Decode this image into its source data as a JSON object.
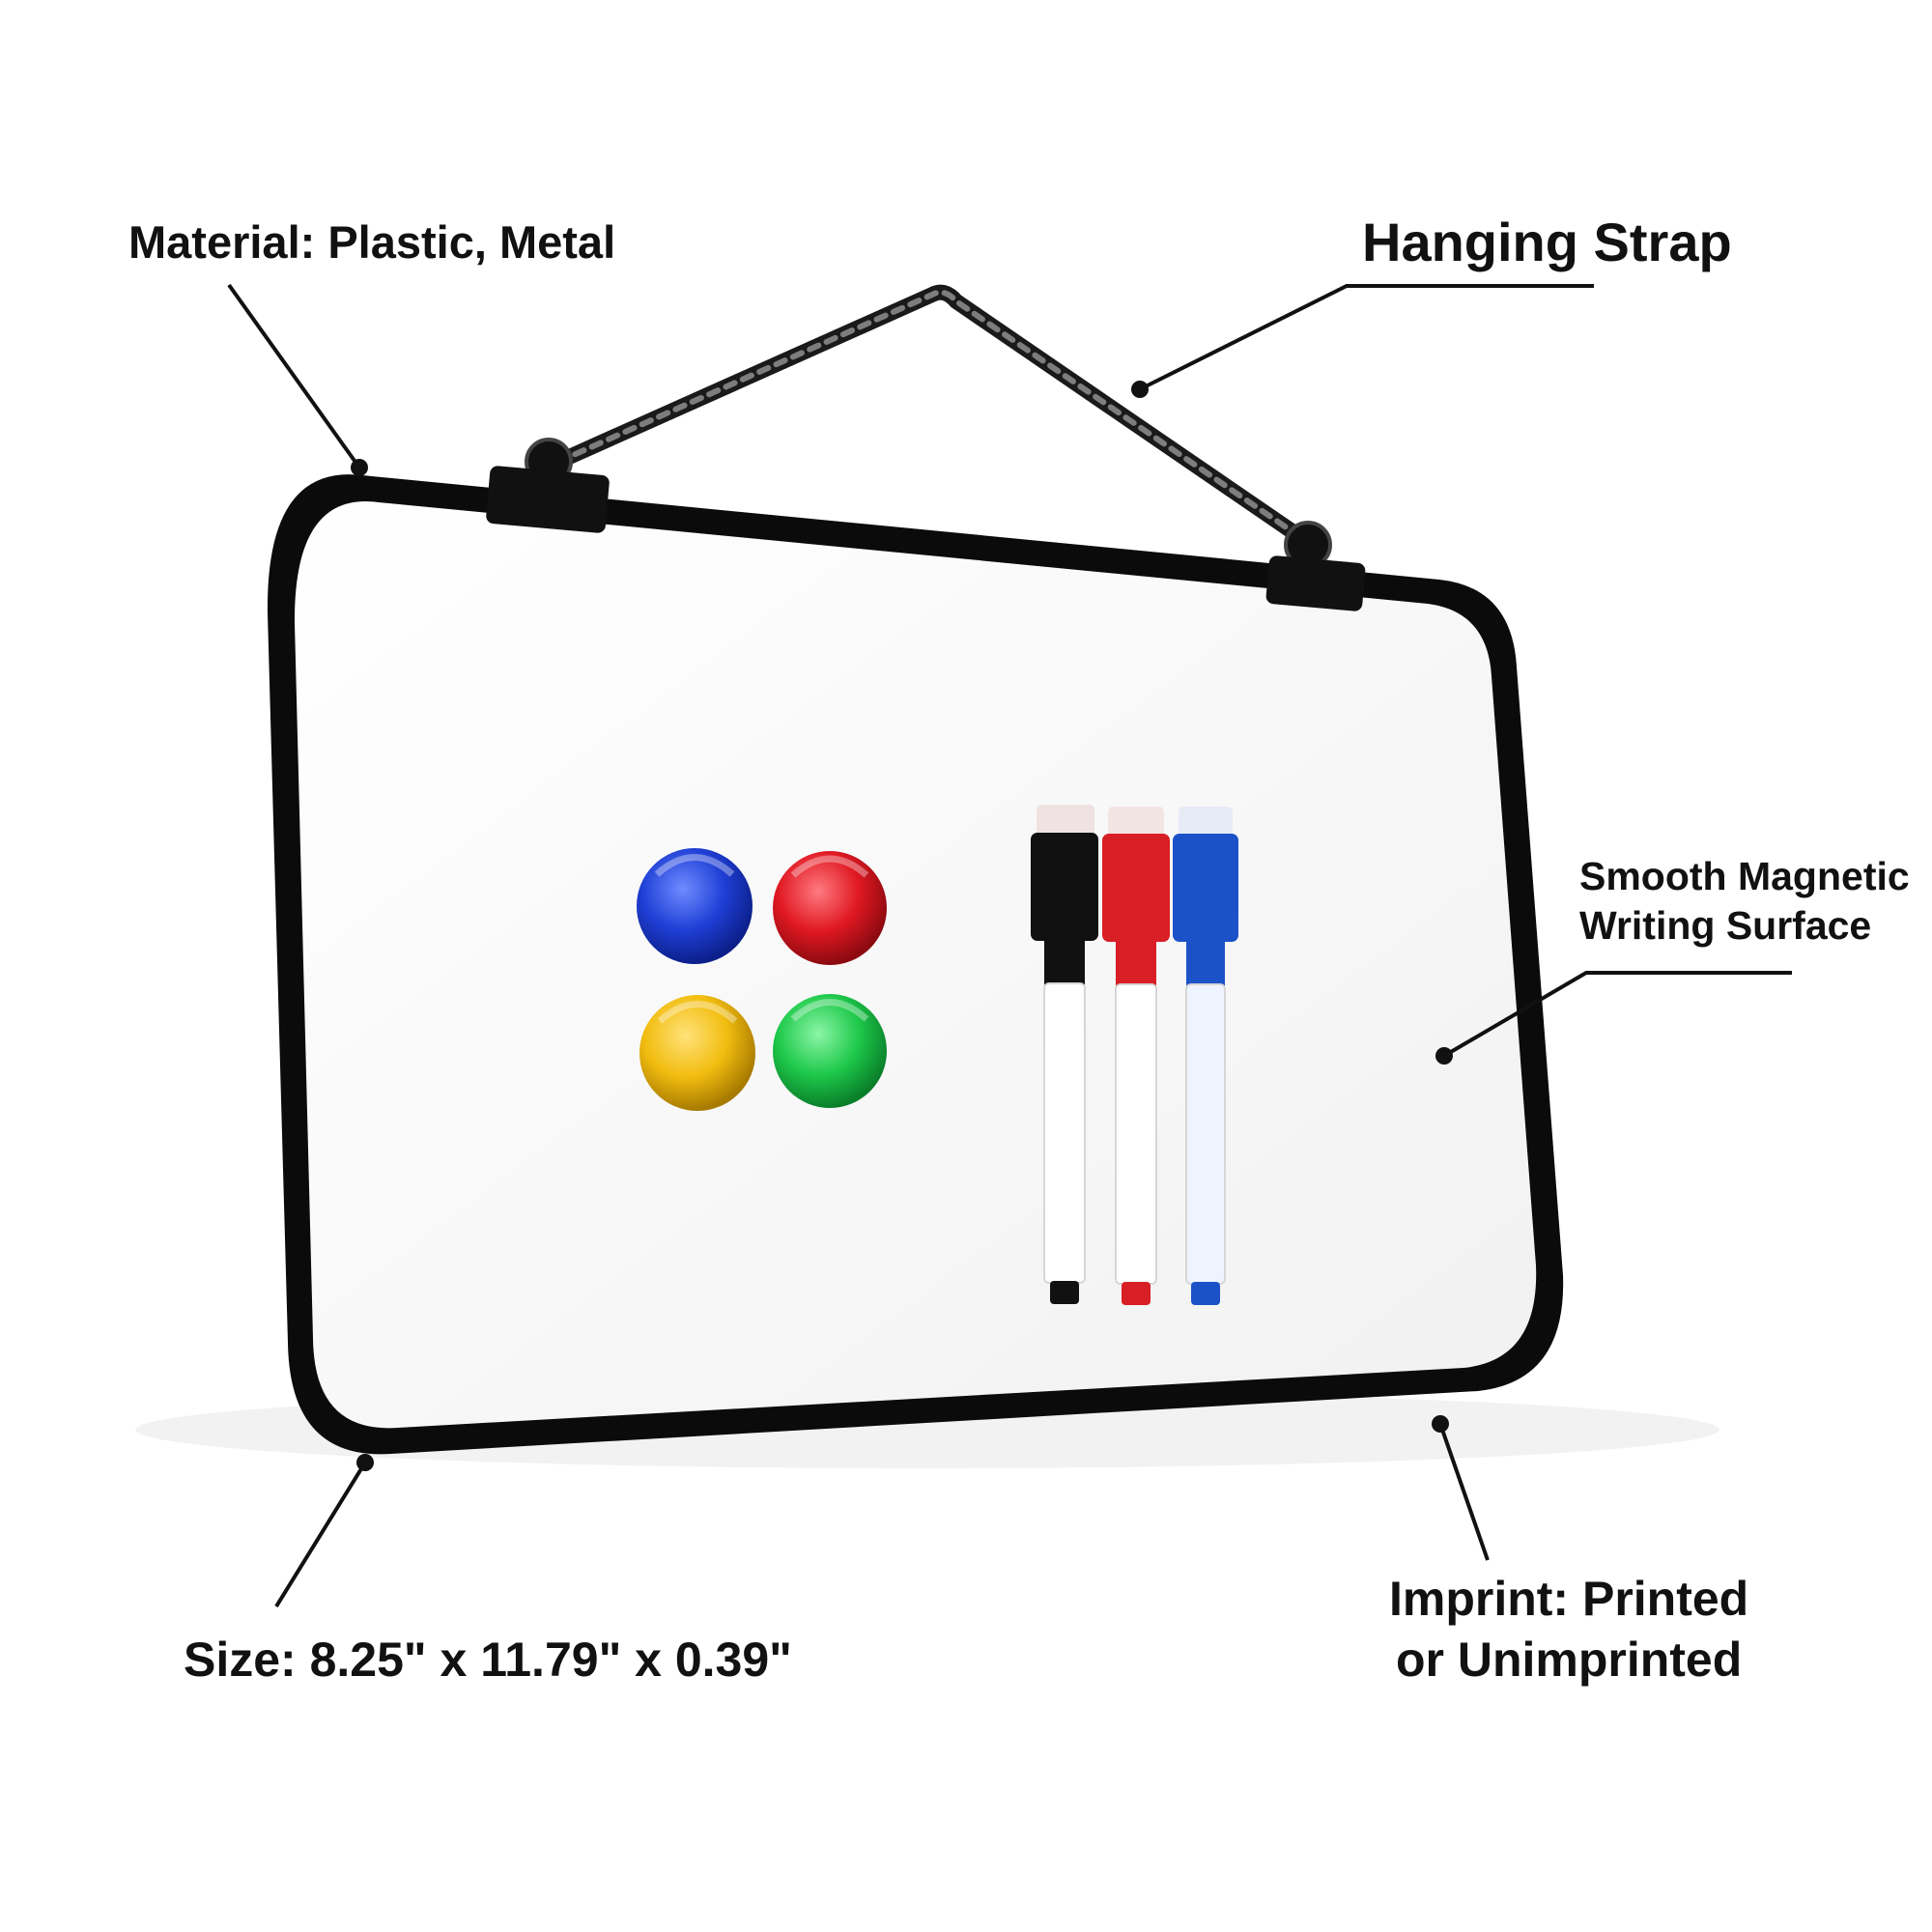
{
  "annotations": {
    "material": "Material: Plastic, Metal",
    "hanging_strap": "Hanging Strap",
    "surface_line1": "Smooth Magnetic",
    "surface_line2": "Writing Surface",
    "size": "Size: 8.25\" x 11.79\" x 0.39\"",
    "imprint_line1": "Imprint: Printed",
    "imprint_line2": "or Unimprinted"
  },
  "magnets": [
    {
      "color_name": "blue",
      "color": "#1f3fd6"
    },
    {
      "color_name": "red",
      "color": "#e01822"
    },
    {
      "color_name": "yellow",
      "color": "#f2bd10"
    },
    {
      "color_name": "green",
      "color": "#1ec94a"
    }
  ],
  "markers": [
    {
      "color_name": "black",
      "color": "#111111"
    },
    {
      "color_name": "red",
      "color": "#d81f26"
    },
    {
      "color_name": "blue",
      "color": "#1c52c8"
    }
  ],
  "colors": {
    "frame": "#0b0b0b",
    "board": "#f6f6f6",
    "text": "#111111"
  }
}
